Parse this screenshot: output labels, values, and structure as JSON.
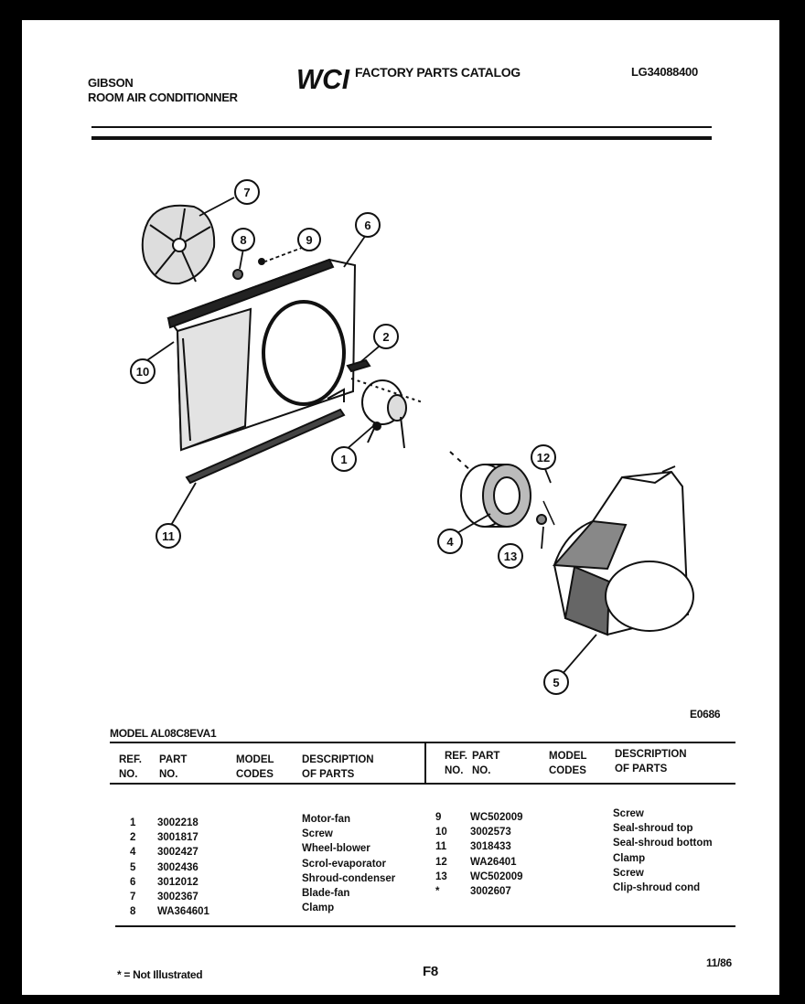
{
  "header": {
    "brand": "GIBSON",
    "product": "ROOM AIR CONDITIONNER",
    "logo": "WCI",
    "catalog_title": "FACTORY PARTS CATALOG",
    "catalog_number": "LG34088400"
  },
  "diagram": {
    "code": "E0686",
    "callouts": [
      "1",
      "2",
      "4",
      "5",
      "6",
      "7",
      "8",
      "9",
      "10",
      "11",
      "12",
      "13"
    ]
  },
  "model": "MODEL AL08C8EVA1",
  "table": {
    "headers": {
      "ref": [
        "REF.",
        "NO."
      ],
      "part": [
        "PART",
        "NO."
      ],
      "model": [
        "MODEL",
        "CODES"
      ],
      "desc": [
        "DESCRIPTION",
        "OF PARTS"
      ]
    },
    "left": [
      {
        "ref": "1",
        "part": "3002218",
        "desc": "Motor-fan"
      },
      {
        "ref": "2",
        "part": "3001817",
        "desc": "Screw"
      },
      {
        "ref": "4",
        "part": "3002427",
        "desc": "Wheel-blower"
      },
      {
        "ref": "5",
        "part": "3002436",
        "desc": "Scrol-evaporator"
      },
      {
        "ref": "6",
        "part": "3012012",
        "desc": "Shroud-condenser"
      },
      {
        "ref": "7",
        "part": "3002367",
        "desc": "Blade-fan"
      },
      {
        "ref": "8",
        "part": "WA364601",
        "desc": "Clamp"
      }
    ],
    "right": [
      {
        "ref": "9",
        "part": "WC502009",
        "desc": "Screw"
      },
      {
        "ref": "10",
        "part": "3002573",
        "desc": "Seal-shroud top"
      },
      {
        "ref": "11",
        "part": "3018433",
        "desc": "Seal-shroud bottom"
      },
      {
        "ref": "12",
        "part": "WA26401",
        "desc": "Clamp"
      },
      {
        "ref": "13",
        "part": "WC502009",
        "desc": "Screw"
      },
      {
        "ref": "*",
        "part": "3002607",
        "desc": "Clip-shroud cond"
      }
    ]
  },
  "footer": {
    "note": "* = Not Illustrated",
    "page": "F8",
    "date": "11/86"
  }
}
